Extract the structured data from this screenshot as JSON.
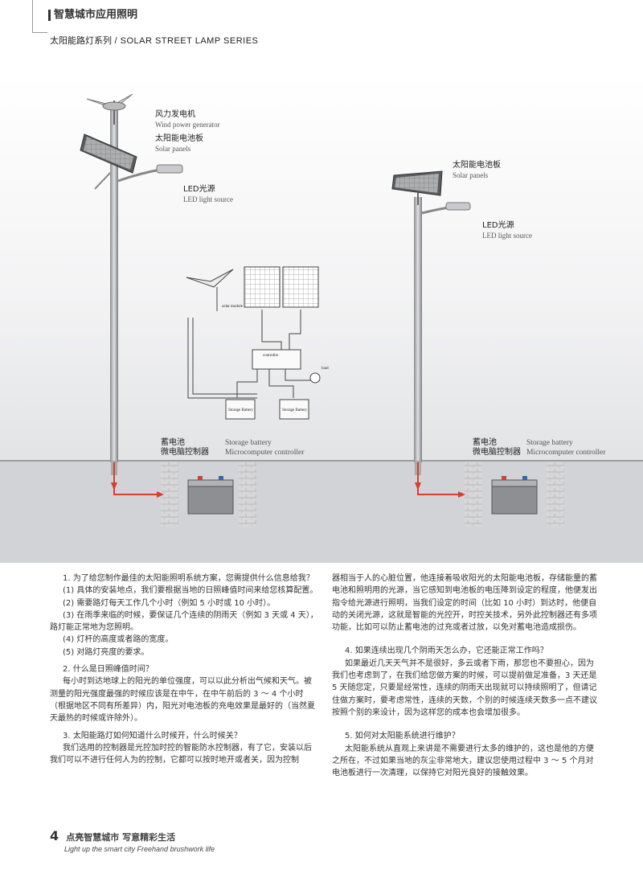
{
  "header": {
    "title": "智慧城市应用照明",
    "subtitle_cn": "太阳能路灯系列",
    "subtitle_en": "/ SOLAR STREET LAMP SERIES"
  },
  "illustration": {
    "left_lamp": {
      "wind_cn": "风力发电机",
      "wind_en": "Wind power generator",
      "solar_cn": "太阳能电池板",
      "solar_en": "Solar panels",
      "led_cn": "LED光源",
      "led_en": "LED light source",
      "storage_cn1": "蓄电池",
      "storage_cn2": "微电脑控制器",
      "storage_en1": "Storage battery",
      "storage_en2": "Microcomputer controller"
    },
    "right_lamp": {
      "solar_cn": "太阳能电池板",
      "solar_en": "Solar panels",
      "led_cn": "LED光源",
      "led_en": "LED light source",
      "storage_cn1": "蓄电池",
      "storage_cn2": "微电脑控制器",
      "storage_en1": "Storage battery",
      "storage_en2": "Microcomputer controller"
    },
    "wiring": {
      "solar_module": "solar module",
      "controller": "controller",
      "load": "load",
      "battery1": "Storage Battery",
      "battery2": "Storage Battery"
    }
  },
  "text": {
    "left": [
      "1. 为了给您制作最佳的太阳能照明系统方案，您需提供什么信息给我？",
      "(1) 具体的安装地点，我们要根据当地的日照峰值时间来给您核算配置。",
      "(2) 需要路灯每天工作几个小时（例如 5 小时或 10 小时）。",
      "(3) 在雨季来临的时候，要保证几个连续的阴雨天（例如 3 天或 4 天），路灯能正常地为您照明。",
      "(4) 灯杆的高度或者路的宽度。",
      "(5) 对路灯亮度的要求。",
      "2. 什么是日照峰值时间？",
      "每小时到达地球上的阳光的单位强度，可以以此分析出气候和天气。被测量的阳光强度最强的时候应该是在中午，在中午前后的 3 ～ 4 个小时（根据地区不同有所差异）内，阳光对电池板的充电效果是最好的（当然夏天最热的时候或许除外）。",
      "3. 太阳能路灯如何知道什么时候开，什么时候关？",
      "我们选用的控制器是光控加时控的智能防水控制器，有了它，安装以后我们可以不进行任何人为的控制，它都可以按时地开或者关，因为控制"
    ],
    "right": [
      "器相当于人的心脏位置，他连接着吸收阳光的太阳能电池板，存储能量的蓄电池和照明用的光源，当它感知到电池板的电压降到设定的程度，他便发出指令给光源进行照明，当我们设定的时间（比如 10 小时）到达时，他便自动的关闭光源，这就是智能的光控开，时控关技术，另外此控制器还有多项功能，比如可以防止蓄电池的过充或者过放，以免对蓄电池造成损伤。",
      "4. 如果连续出现几个阴雨天怎么办，它还能正常工作吗？",
      "如果最近几天天气并不是很好，多云或者下雨，那您也不要担心，因为我们也考虑到了，在我们给您做方案的时候，可以提前做足准备，3 天还是 5 天随您定，只要是经常性，连续的阴雨天出现就可以持续照明了，但请记住做方案时，要考虑常性，连续的天数，个别的时候连续天数多一点不建议按照个别的来设计，因为这样您的成本也会增加很多。",
      "5. 如何对太阳能系统进行维护？",
      "太阳能系统从直观上来讲是不需要进行太多的维护的，这也是他的方便之所在，不过如果当地的灰尘非常地大，建议您使用过程中 3 ～ 5 个月对电池板进行一次清理，以保持它对阳光良好的接触效果。"
    ]
  },
  "footer": {
    "page_number": "4",
    "slogan_cn": "点亮智慧城市 写意精彩生活",
    "slogan_en": "Light up the smart city Freehand brushwork life"
  }
}
